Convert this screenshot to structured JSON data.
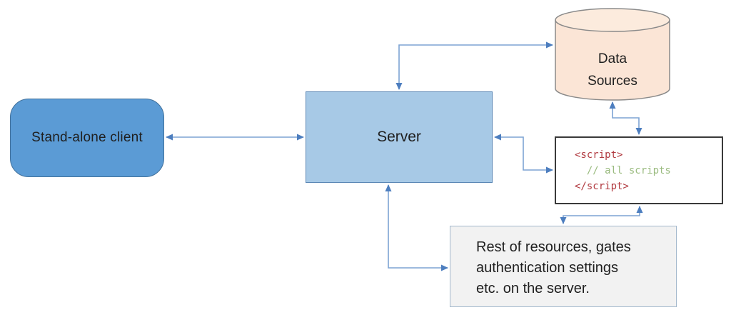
{
  "diagram": {
    "nodes": {
      "client": {
        "label": "Stand-alone client"
      },
      "server": {
        "label": "Server"
      },
      "data_sources": {
        "lines": [
          "Data",
          "Sources"
        ]
      },
      "script_block": {
        "code_open": "<script>",
        "code_comment": "  // all scripts",
        "code_close": "</script>"
      },
      "resources": {
        "lines": [
          "Rest of resources, gates",
          "authentication settings",
          "etc. on the server."
        ]
      }
    },
    "colors": {
      "client_fill": "#5b9bd5",
      "client_border": "#41719c",
      "server_fill": "#a7c9e6",
      "server_border": "#5b87b5",
      "cylinder_fill": "#fbe5d6",
      "cylinder_border": "#8a8a8a",
      "script_border": "#3a3a3a",
      "code_tag": "#b13a40",
      "code_comment": "#9abb7f",
      "graybox_fill": "#f2f2f2",
      "graybox_border": "#a3b8cc",
      "connector_line": "#7da3d4",
      "connector_head": "#4d7ebf"
    }
  }
}
